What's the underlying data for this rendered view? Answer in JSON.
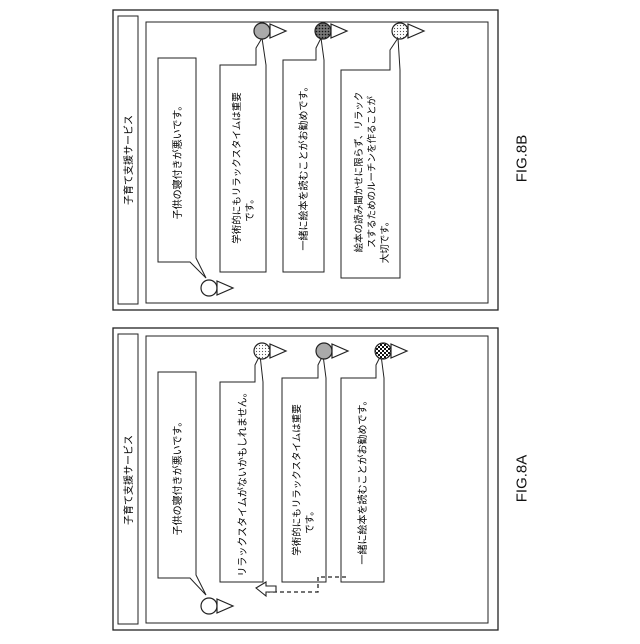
{
  "figures": [
    {
      "caption": "FIG.8A",
      "header": "子育て支援サービス",
      "messages": [
        "子供の寝付きが悪いです。",
        "リラックスタイムがないかもしれません。",
        "学術的にもリラックスタイムは重要です。",
        "一緒に絵本を読むことがお勧めです。"
      ]
    },
    {
      "caption": "FIG.8B",
      "header": "子育て支援サービス",
      "messages": [
        "子供の寝付きが悪いです。",
        "学術的にもリラックスタイムは重要です。",
        "一緒に絵本を読むことがお勧めです。",
        "絵本の読み聞かせに限らず、リラックスするためのルーチンを作ることが大切です。"
      ]
    }
  ]
}
